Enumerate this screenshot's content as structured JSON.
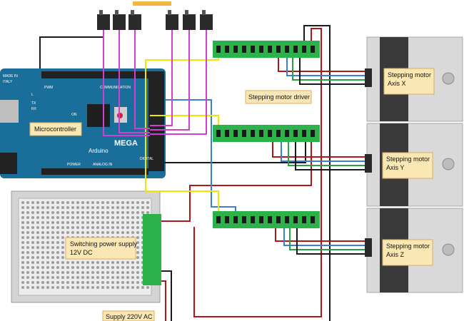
{
  "labels": {
    "microcontroller": "Microcontroller",
    "driver": "Stepping motor driver",
    "psu_line1": "Switching power supply",
    "psu_line2": "12V DC",
    "supply_ac": "Supply 220V AC",
    "motor_x_line1": "Stepping motor",
    "motor_x_line2": "Axis X",
    "motor_y_line1": "Stepping motor",
    "motor_y_line2": "Axis Y",
    "motor_z_line1": "Stepping motor",
    "motor_z_line2": "Axis Z"
  },
  "board": {
    "brand": "Arduino",
    "model": "MEGA",
    "silk_pwm": "PWM",
    "silk_communication": "COMMUNICATION",
    "silk_power": "POWER",
    "silk_analog": "ANALOG IN",
    "silk_digital": "DIGITAL",
    "silk_tx": "TX",
    "silk_rx": "RX",
    "silk_l": "L",
    "silk_on": "ON",
    "silk_made": "MADE IN",
    "silk_italy": "ITALY"
  },
  "colors": {
    "wire_black": "#1a1a1a",
    "wire_red": "#b01818",
    "wire_blue": "#3b7fd0",
    "wire_green": "#27a046",
    "wire_yellow": "#f2e600",
    "wire_magenta": "#d040d0",
    "board": "#1a6f9a",
    "driver": "#2bb24a",
    "psu": "#d4d4d4",
    "motor": "#d9d9d9"
  }
}
